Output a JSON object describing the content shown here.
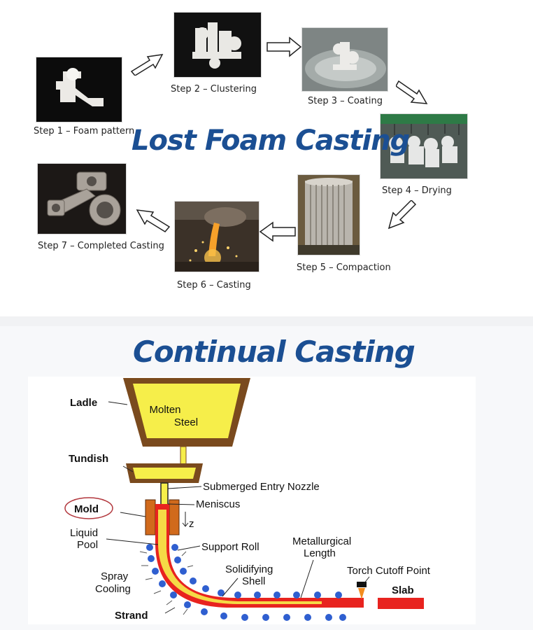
{
  "lost_foam": {
    "title": "Lost Foam Casting",
    "steps": [
      {
        "label": "Step 1 – Foam pattern"
      },
      {
        "label": "Step 2 – Clustering"
      },
      {
        "label": "Step 3 – Coating"
      },
      {
        "label": "Step 4 – Drying"
      },
      {
        "label": "Step 5 – Compaction"
      },
      {
        "label": "Step 6 – Casting"
      },
      {
        "label": "Step 7 – Completed Casting"
      }
    ]
  },
  "continual": {
    "title": "Continual Casting",
    "labels": {
      "ladle": "Ladle",
      "molten_line1": "Molten",
      "molten_line2": "Steel",
      "tundish": "Tundish",
      "nozzle": "Submerged Entry Nozzle",
      "mold": "Mold",
      "meniscus": "Meniscus",
      "z": "z",
      "liquid_line1": "Liquid",
      "liquid_line2": "Pool",
      "support_roll": "Support Roll",
      "metallurgical_line1": "Metallurgical",
      "metallurgical_line2": "Length",
      "solidifying_line1": "Solidifying",
      "solidifying_line2": "Shell",
      "torch": "Torch Cutoff Point",
      "spray_line1": "Spray",
      "spray_line2": "Cooling",
      "slab": "Slab",
      "strand": "Strand"
    }
  },
  "colors": {
    "title_blue": "#1b4f93",
    "steel_red": "#e8231f",
    "molten_yellow": "#f6ee4a",
    "vessel_brown": "#7a4a1e",
    "roll_blue": "#2f5fd0"
  }
}
